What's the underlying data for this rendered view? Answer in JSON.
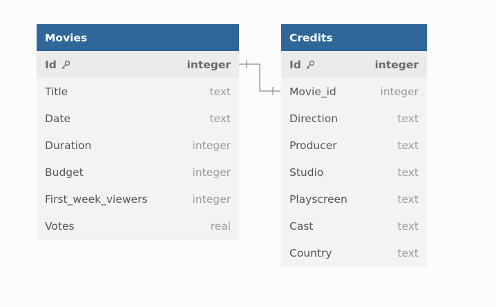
{
  "tables": {
    "movies": {
      "name": "Movies",
      "columns": [
        {
          "name": "Id",
          "type": "integer",
          "primary_key": true,
          "icon": "key-icon"
        },
        {
          "name": "Title",
          "type": "text"
        },
        {
          "name": "Date",
          "type": "text"
        },
        {
          "name": "Duration",
          "type": "integer"
        },
        {
          "name": "Budget",
          "type": "integer"
        },
        {
          "name": "First_week_viewers",
          "type": "integer"
        },
        {
          "name": "Votes",
          "type": "real"
        }
      ]
    },
    "credits": {
      "name": "Credits",
      "columns": [
        {
          "name": "Id",
          "type": "integer",
          "primary_key": true,
          "icon": "key-icon"
        },
        {
          "name": "Movie_id",
          "type": "integer"
        },
        {
          "name": "Direction",
          "type": "text"
        },
        {
          "name": "Producer",
          "type": "text"
        },
        {
          "name": "Studio",
          "type": "text"
        },
        {
          "name": "Playscreen",
          "type": "text"
        },
        {
          "name": "Cast",
          "type": "text"
        },
        {
          "name": "Country",
          "type": "text"
        }
      ]
    }
  },
  "relationship": {
    "from": "Movies.Id",
    "to": "Credits.Movie_id",
    "cardinality": "one-to-one"
  },
  "colors": {
    "header": "#2f6898",
    "header_text": "#ffffff",
    "body": "#f3f3f3",
    "connector": "#888888"
  }
}
